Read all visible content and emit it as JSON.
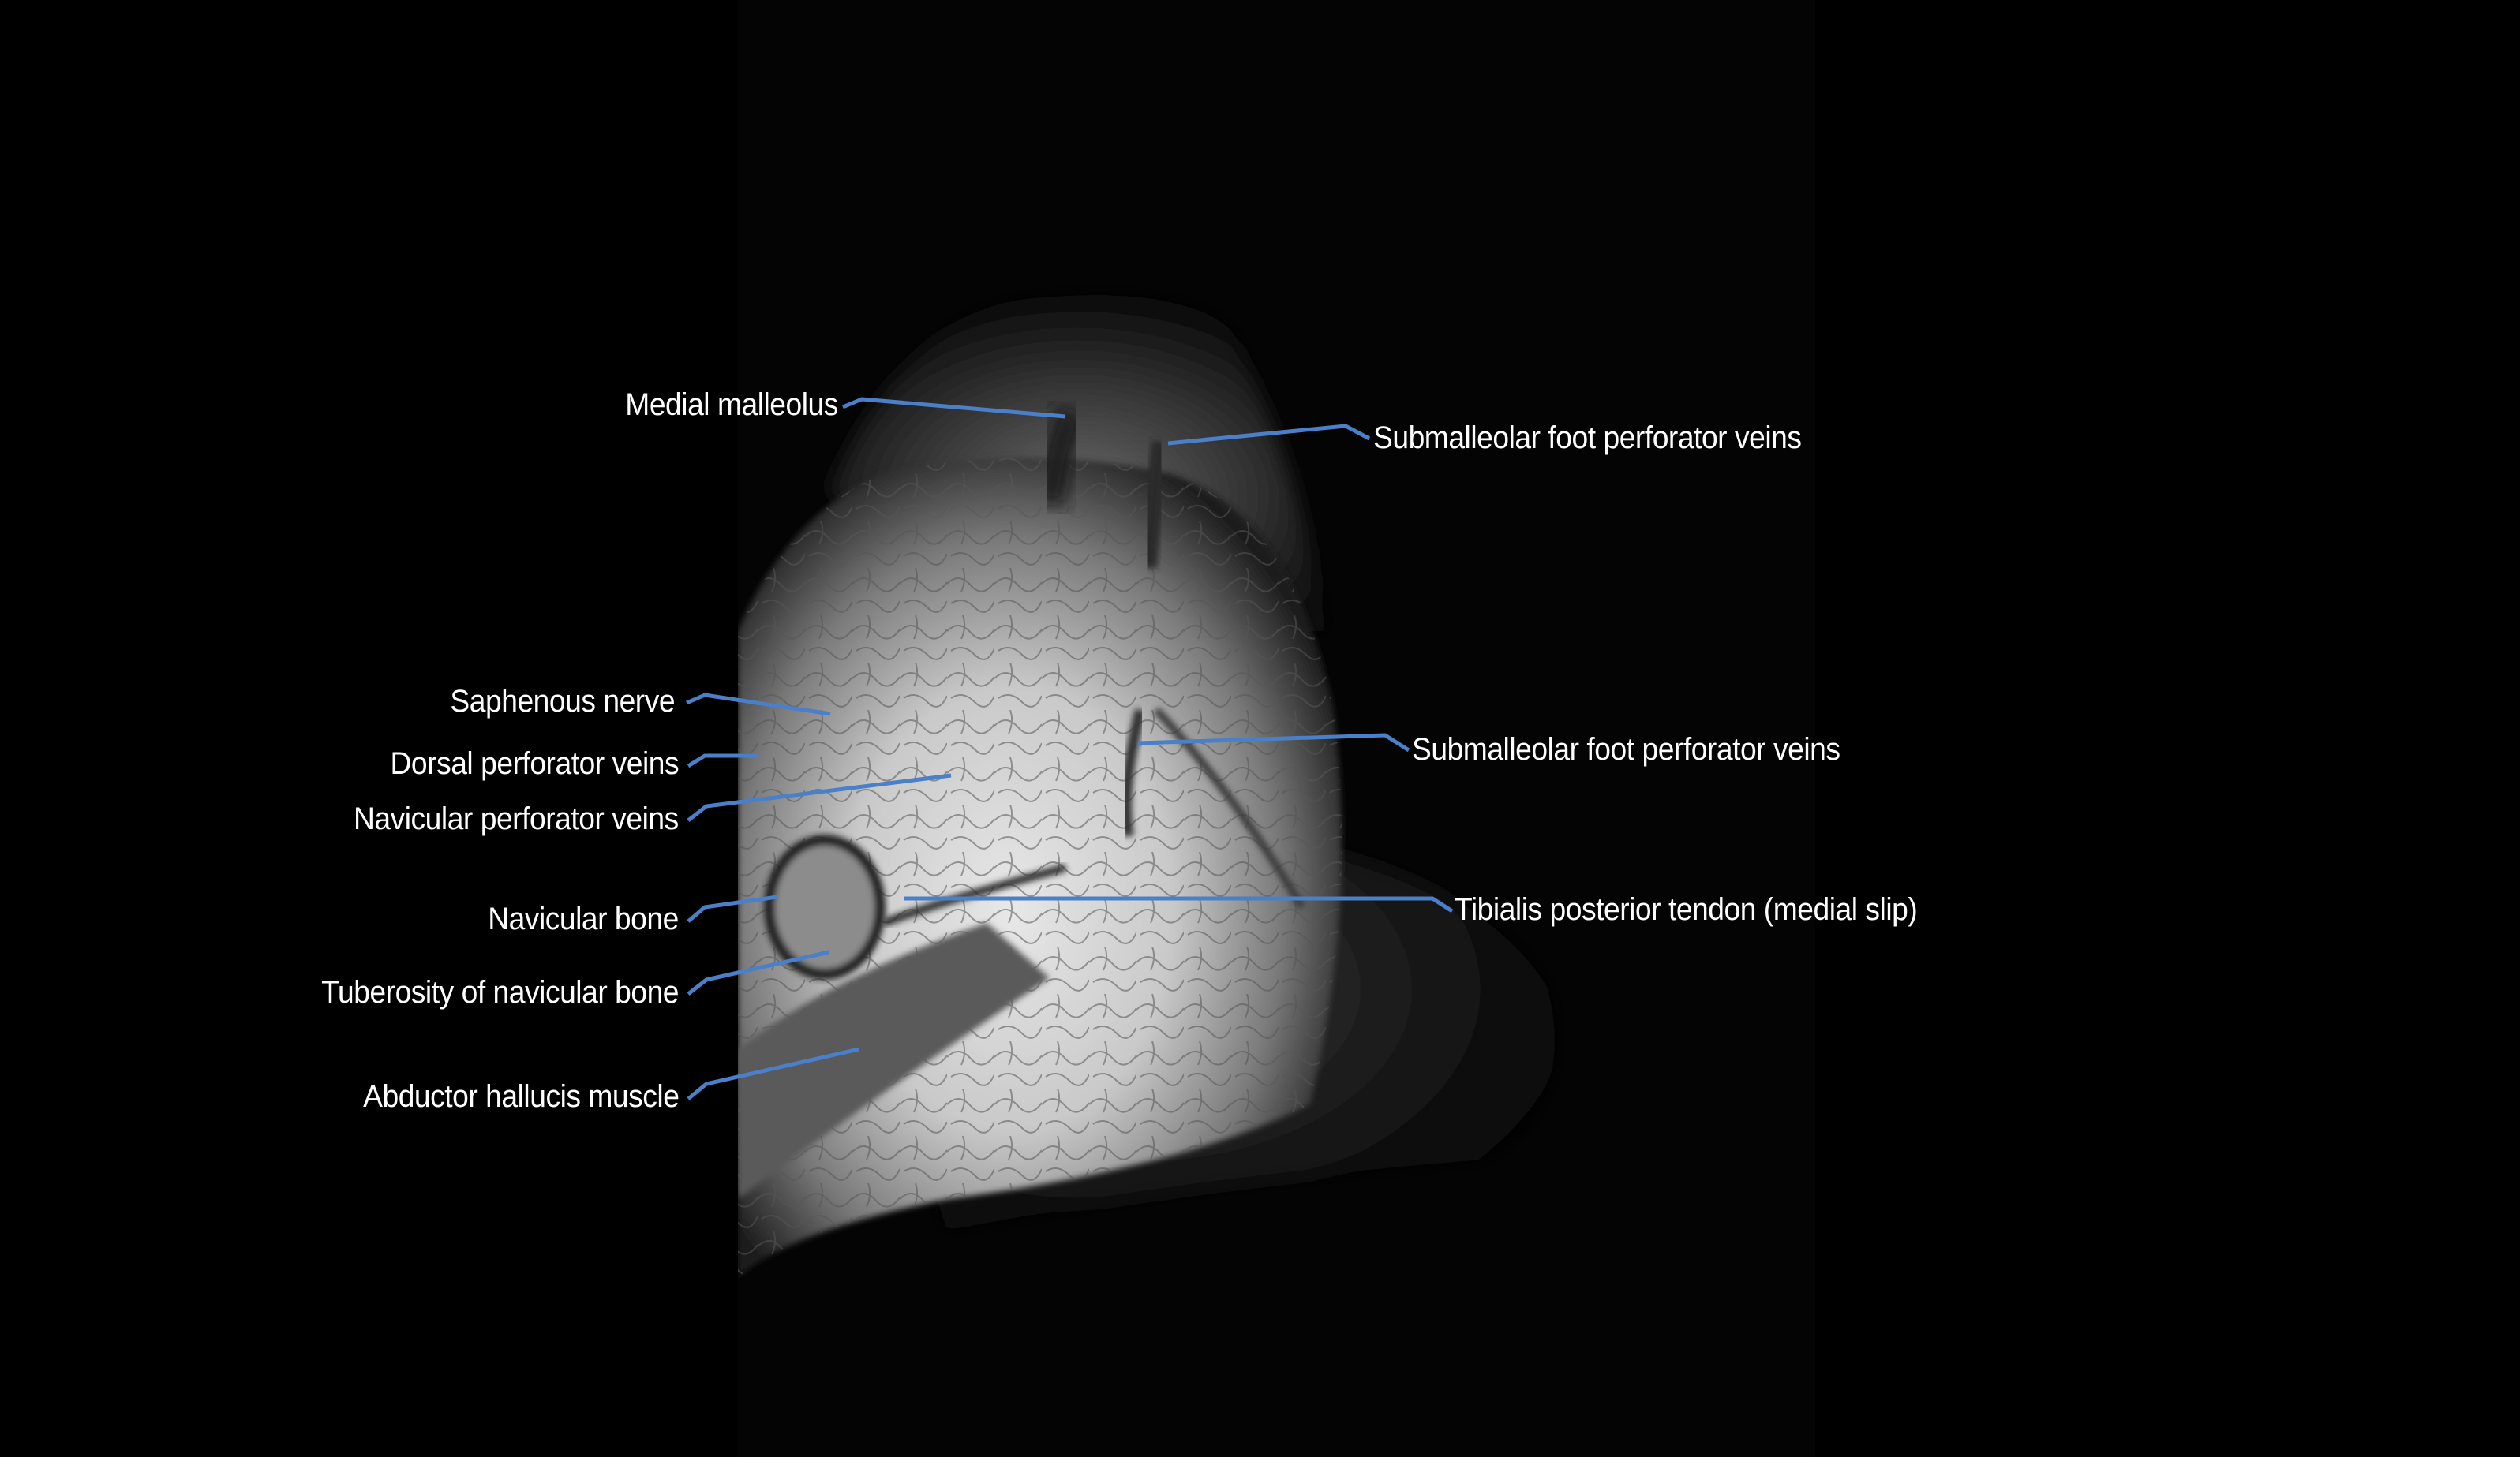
{
  "image": {
    "type": "MRI sagittal image of medial ankle / hindfoot with anatomical labels",
    "leader_color": "#4a7fc9",
    "label_color": "#ffffff",
    "background_color": "#000000"
  },
  "labels": [
    {
      "id": "medial-malleolus",
      "text": "Medial malleolus",
      "side": "left"
    },
    {
      "id": "submalleolar-foot-perforator-veins-upper",
      "text": "Submalleolar foot perforator veins",
      "side": "right"
    },
    {
      "id": "saphenous-nerve",
      "text": "Saphenous nerve",
      "side": "left"
    },
    {
      "id": "dorsal-perforator-veins",
      "text": "Dorsal perforator veins",
      "side": "left"
    },
    {
      "id": "navicular-perforator-veins",
      "text": "Navicular perforator veins",
      "side": "left"
    },
    {
      "id": "submalleolar-foot-perforator-veins-lower",
      "text": "Submalleolar foot perforator veins",
      "side": "right"
    },
    {
      "id": "navicular-bone",
      "text": "Navicular bone",
      "side": "left"
    },
    {
      "id": "tibialis-posterior-tendon",
      "text": "Tibialis posterior tendon (medial slip)",
      "side": "right"
    },
    {
      "id": "tuberosity-of-navicular-bone",
      "text": "Tuberosity of navicular bone",
      "side": "left"
    },
    {
      "id": "abductor-hallucis-muscle",
      "text": "Abductor hallucis muscle",
      "side": "left"
    }
  ]
}
